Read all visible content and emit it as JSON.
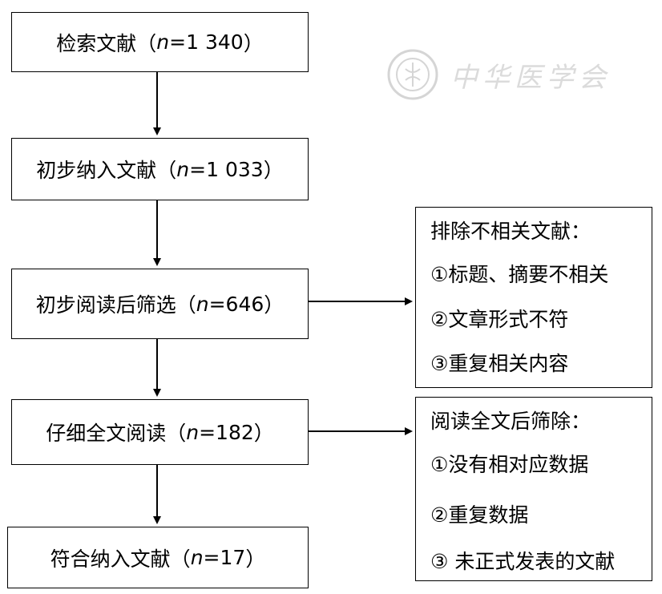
{
  "steps": [
    {
      "label": "检索文献（",
      "n_var": "n",
      "n_value": "=1 340",
      "close": "）"
    },
    {
      "label": "初步纳入文献（",
      "n_var": "n",
      "n_value": "=1 033",
      "close": "）"
    },
    {
      "label": "初步阅读后筛选（",
      "n_var": "n",
      "n_value": "=646",
      "close": "）"
    },
    {
      "label": "仔细全文阅读（",
      "n_var": "n",
      "n_value": "=182",
      "close": "）"
    },
    {
      "label": "符合纳入文献（",
      "n_var": "n",
      "n_value": "=17",
      "close": "）"
    }
  ],
  "exclusions": [
    {
      "title": "排除不相关文献：",
      "items": [
        "①标题、摘要不相关",
        "②文章形式不符",
        "③重复相关内容"
      ]
    },
    {
      "title": "阅读全文后筛除：",
      "items": [
        "①没有相对应数据",
        "②重复数据",
        "③ 未正式发表的文献"
      ]
    }
  ],
  "watermark": {
    "text": "中华医学会"
  }
}
